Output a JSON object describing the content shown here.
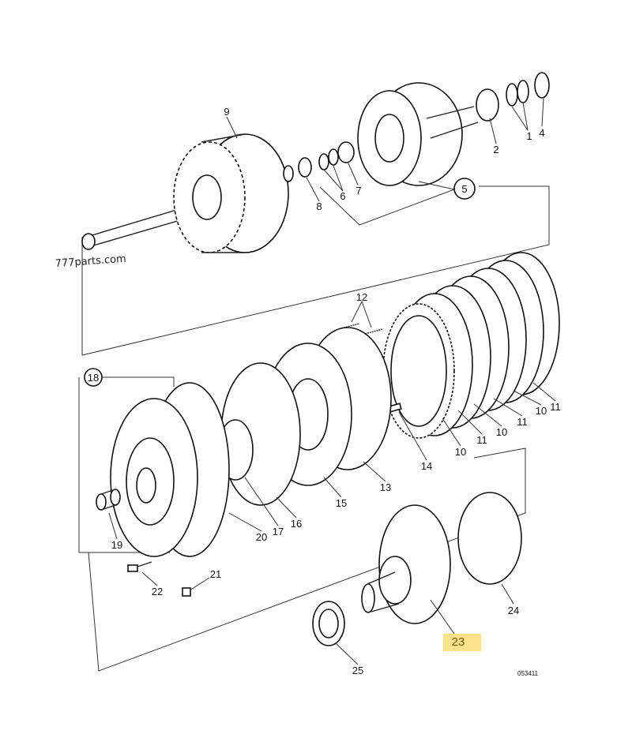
{
  "diagram": {
    "watermark": "777parts.com",
    "drawing_code": "053411",
    "highlighted_part": "23",
    "highlight_color": "#ffe38c",
    "labels": {
      "p1": "1",
      "p2": "2",
      "p4": "4",
      "p5": "5",
      "p6": "6",
      "p7": "7",
      "p8": "8",
      "p9": "9",
      "p10a": "10",
      "p10b": "10",
      "p10c": "10",
      "p11a": "11",
      "p11b": "11",
      "p11c": "11",
      "p12": "12",
      "p13": "13",
      "p14": "14",
      "p15": "15",
      "p16": "16",
      "p17": "17",
      "p18": "18",
      "p19": "19",
      "p20": "20",
      "p21": "21",
      "p22": "22",
      "p23": "23",
      "p24": "24",
      "p25": "25"
    }
  }
}
